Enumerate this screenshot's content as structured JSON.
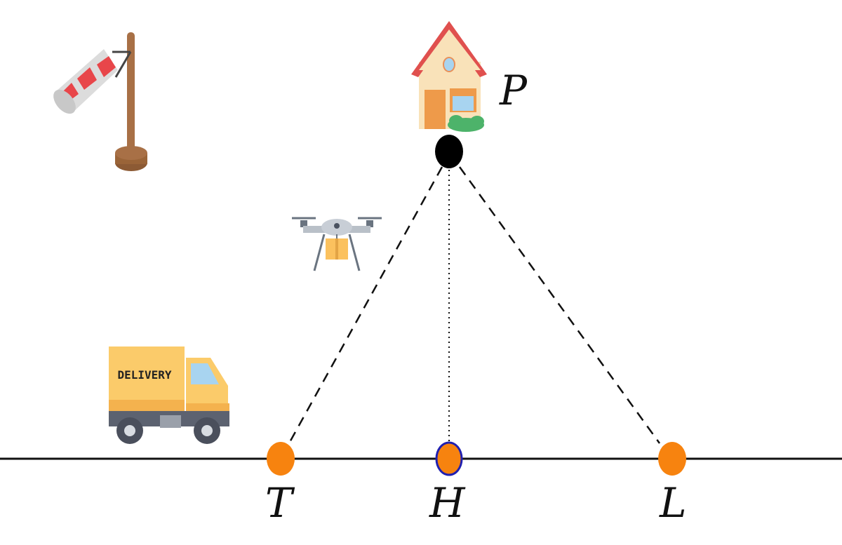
{
  "points": {
    "P": {
      "label": "P",
      "color": "#000000"
    },
    "T": {
      "label": "T",
      "color": "#F7830F"
    },
    "H": {
      "label": "H",
      "color": "#F7830F",
      "outline": "#2020B0"
    },
    "L": {
      "label": "L",
      "color": "#F7830F"
    }
  },
  "segments": [
    {
      "from": "P",
      "to": "T",
      "style": "dashed"
    },
    {
      "from": "P",
      "to": "L",
      "style": "dashed"
    },
    {
      "from": "P",
      "to": "H",
      "style": "dotted"
    }
  ],
  "icons": {
    "house": "house-icon",
    "drone": "drone-with-package-icon",
    "truck": "delivery-truck-icon",
    "windsock": "windsock-icon"
  },
  "truck": {
    "text": "DELIVERY"
  },
  "colors": {
    "roof": "#E0504E",
    "wall": "#F9E2B9",
    "truck_body": "#FBCB6A",
    "windsock_stripe": "#E8464A",
    "pole": "#A87046"
  }
}
